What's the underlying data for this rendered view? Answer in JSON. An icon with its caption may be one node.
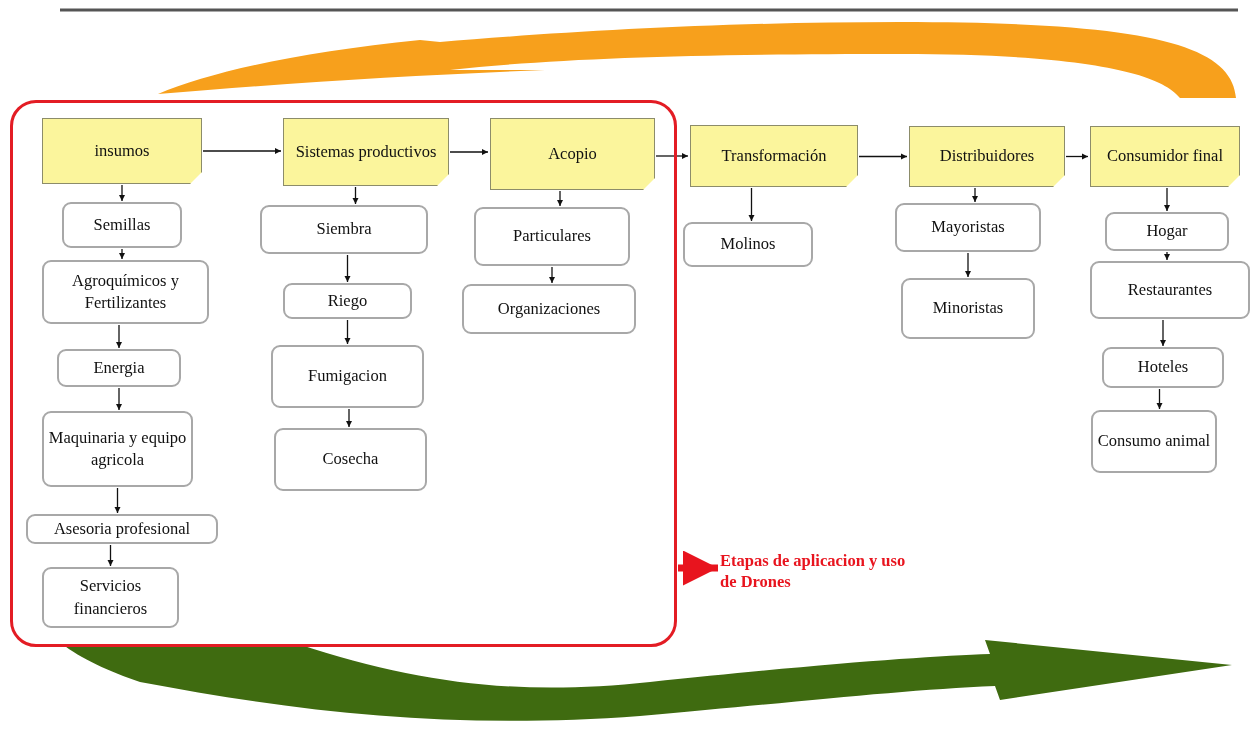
{
  "diagram": {
    "nodes": [
      {
        "text": [],
        "shape": "box"
      },
      {
        "text": [
          "insumos"
        ],
        "in": 0
      },
      {
        "text": [
          "Semillas"
        ],
        "in": 0
      },
      {
        "text": [
          "Agroquímicos y Fertilizantes"
        ],
        "in": 0
      },
      {
        "text": [
          "Energia"
        ],
        "in": 0
      },
      {
        "text": [
          "Maquinaria y equipo agricola"
        ],
        "in": 0
      },
      {
        "text": [
          "Asesoria profesional"
        ],
        "in": 0
      },
      {
        "text": [
          "Servicios financieros"
        ],
        "in": 0
      },
      {
        "text": [
          "Sistemas productivos"
        ],
        "in": 0
      },
      {
        "text": [
          "Siembra"
        ],
        "in": 0
      },
      {
        "text": [
          "Riego"
        ],
        "in": 0
      },
      {
        "text": [
          "Fumigacion"
        ],
        "in": 0
      },
      {
        "text": [
          "Cosecha"
        ],
        "in": 0
      },
      {
        "text": [
          "Acopio"
        ],
        "in": 0
      },
      {
        "text": [
          "Particulares"
        ],
        "in": 0
      },
      {
        "text": [
          "Organizaciones"
        ],
        "in": 0
      },
      {
        "text": [
          "Transformación"
        ]
      },
      {
        "text": [
          "Molinos"
        ]
      },
      {
        "text": [
          "Distribuidores"
        ]
      },
      {
        "text": [
          "Mayoristas"
        ]
      },
      {
        "text": [
          "Minoristas"
        ]
      },
      {
        "text": [
          "Consumidor final"
        ]
      },
      {
        "text": [
          "Hogar"
        ]
      },
      {
        "text": [
          "Restaurantes"
        ]
      },
      {
        "text": [
          "Hoteles"
        ]
      },
      {
        "text": [
          "Consumo animal"
        ]
      },
      {
        "text": [
          "Etapas de aplicacion y uso de Drones"
        ]
      }
    ],
    "edges": [
      {
        "from": 1,
        "to": 8,
        "arrow": "to"
      },
      {
        "from": 8,
        "to": 13,
        "arrow": "to"
      },
      {
        "from": 13,
        "to": 16,
        "arrow": "to"
      },
      {
        "from": 16,
        "to": 18,
        "arrow": "to"
      },
      {
        "from": 18,
        "to": 21,
        "arrow": "to"
      },
      {
        "from": 1,
        "to": 2,
        "arrow": "to"
      },
      {
        "from": 2,
        "to": 3,
        "arrow": "to"
      },
      {
        "from": 3,
        "to": 4,
        "arrow": "to"
      },
      {
        "from": 4,
        "to": 5,
        "arrow": "to"
      },
      {
        "from": 5,
        "to": 6,
        "arrow": "to"
      },
      {
        "from": 6,
        "to": 7,
        "arrow": "to"
      },
      {
        "from": 8,
        "to": 9,
        "arrow": "to"
      },
      {
        "from": 9,
        "to": 10,
        "arrow": "to"
      },
      {
        "from": 10,
        "to": 11,
        "arrow": "to"
      },
      {
        "from": 11,
        "to": 12,
        "arrow": "to"
      },
      {
        "from": 13,
        "to": 14,
        "arrow": "to"
      },
      {
        "from": 14,
        "to": 15,
        "arrow": "to"
      },
      {
        "from": 16,
        "to": 17,
        "arrow": "to"
      },
      {
        "from": 18,
        "to": 19,
        "arrow": "to"
      },
      {
        "from": 19,
        "to": 20,
        "arrow": "to"
      },
      {
        "from": 21,
        "to": 22,
        "arrow": "to"
      },
      {
        "from": 22,
        "to": 23,
        "arrow": "to"
      },
      {
        "from": 23,
        "to": 24,
        "arrow": "to"
      },
      {
        "from": 24,
        "to": 25,
        "arrow": "to"
      },
      {
        "from": 0,
        "to": 26,
        "arrow": "to",
        "style": "thick",
        "color": "#e8141e"
      }
    ]
  }
}
